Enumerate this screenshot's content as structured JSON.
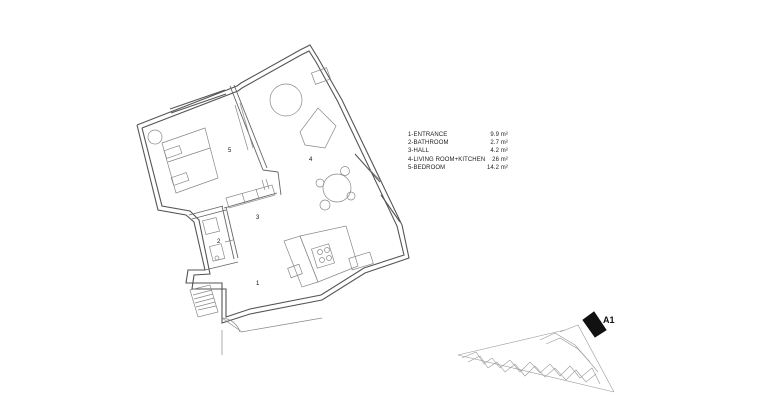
{
  "rooms": [
    {
      "number": "1",
      "name": "1-ENTRANCE",
      "area": "9.9 m²"
    },
    {
      "number": "2",
      "name": "2-BATHROOM",
      "area": "2.7 m²"
    },
    {
      "number": "3",
      "name": "3-HALL",
      "area": "4.2 m²"
    },
    {
      "number": "4",
      "name": "4-LIVING ROOM+KITCHEN",
      "area": "26  m²"
    },
    {
      "number": "5",
      "name": "5-BEDROOM",
      "area": "14.2  m²"
    }
  ],
  "site_plan": {
    "unit_label": "A1"
  },
  "colors": {
    "line": "#555555",
    "light_line": "#999999",
    "highlight": "#111111"
  }
}
